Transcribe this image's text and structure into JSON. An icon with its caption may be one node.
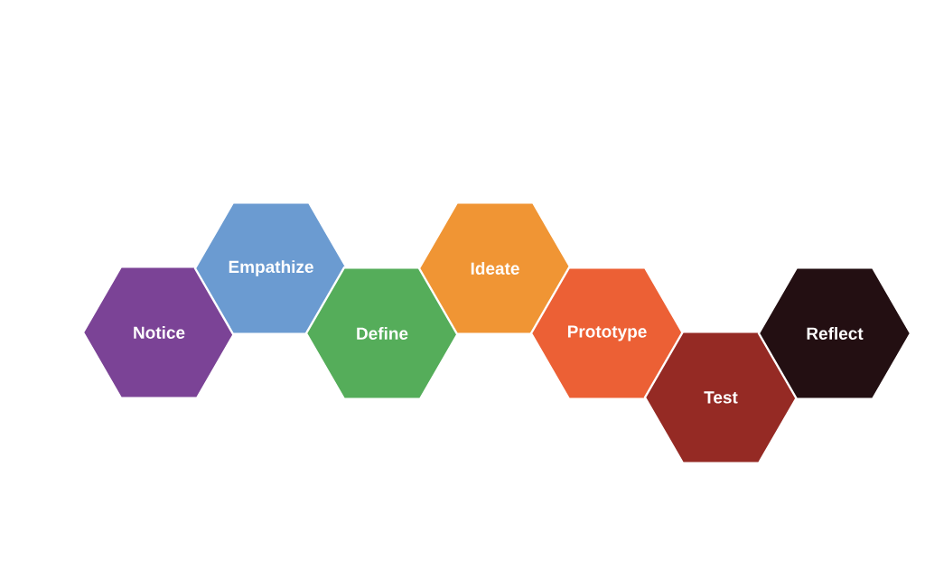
{
  "diagram": {
    "nodes": [
      {
        "text": [
          "Notice"
        ]
      },
      {
        "text": [
          "Empathize"
        ]
      },
      {
        "text": [
          "Define"
        ]
      },
      {
        "text": [
          "Ideate"
        ]
      },
      {
        "text": [
          "Prototype"
        ]
      },
      {
        "text": [
          "Test"
        ]
      },
      {
        "text": [
          "Reflect"
        ]
      }
    ]
  }
}
